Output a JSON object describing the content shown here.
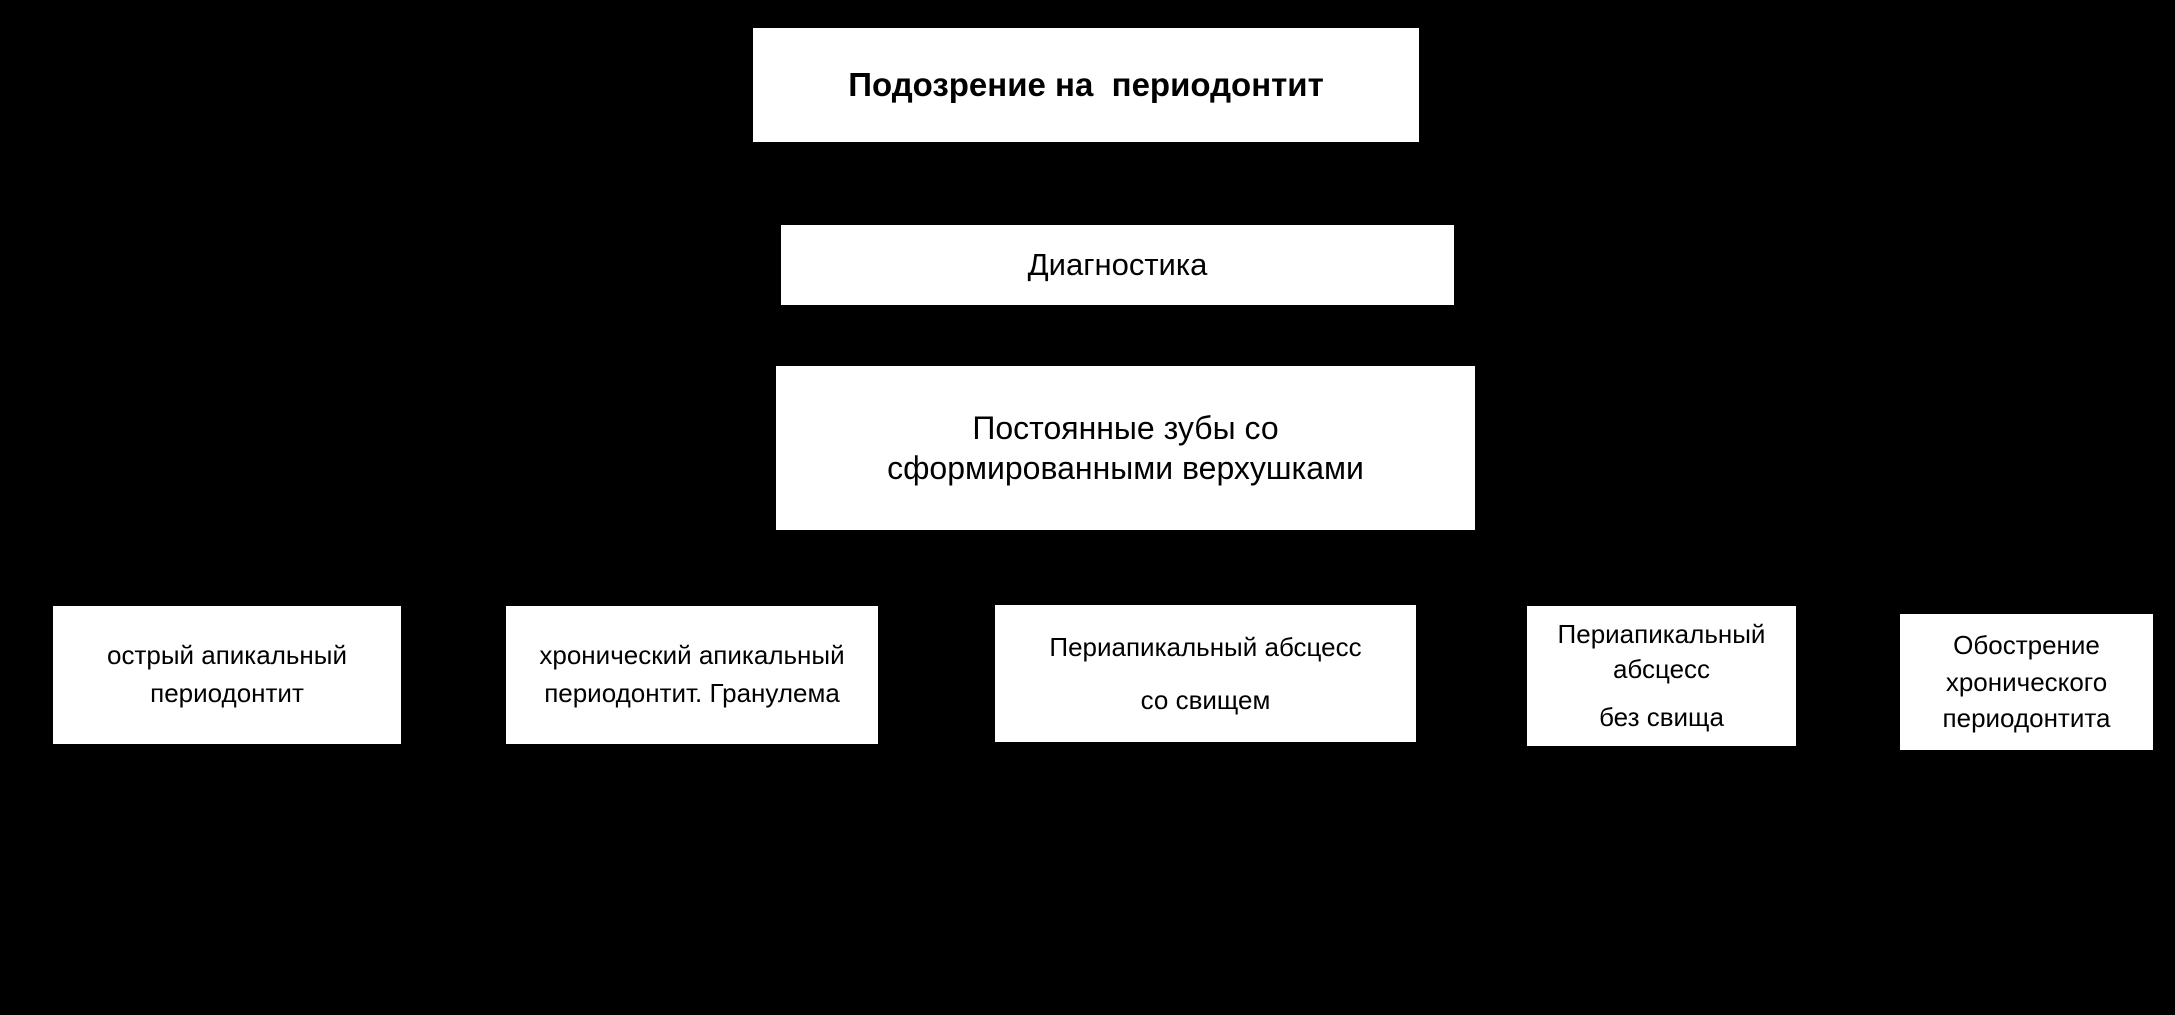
{
  "page": {
    "background_color": "#000000",
    "node_fill_color": "#ffffff",
    "node_text_color": "#000000"
  },
  "diagram": {
    "type": "flowchart",
    "title_node": "Подозрение на  периодонтит",
    "nodes": {
      "suspicion": {
        "lines": [
          "Подозрение на  периодонтит"
        ]
      },
      "diagnostics": {
        "lines": [
          "Диагностика"
        ]
      },
      "permanent_teeth": {
        "lines": [
          "Постоянные зубы со",
          "сформированными верхушками"
        ]
      },
      "acute_apical": {
        "lines": [
          "острый апикальный",
          "периодонтит"
        ]
      },
      "chronic_apical": {
        "lines": [
          "хронический апикальный",
          "периодонтит. Гранулема"
        ]
      },
      "abscess_with_fistula": {
        "paragraphs": [
          "Периапикальный абсцесс",
          "со свищем"
        ]
      },
      "abscess_without_fistula": {
        "paragraphs": [
          "Периапикальный абсцесс",
          "без свища"
        ]
      },
      "exacerbation_chronic": {
        "lines": [
          "Обострение хронического периодонтита"
        ]
      }
    }
  }
}
